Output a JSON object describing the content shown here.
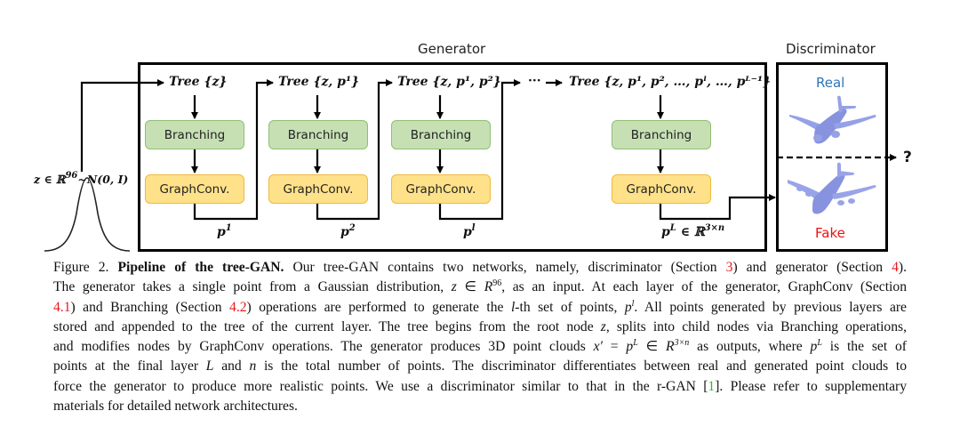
{
  "diagram": {
    "generator_title": "Generator",
    "discriminator_title": "Discriminator",
    "input_label": "z ∈ ℝ⁹⁶~N(0, I)",
    "input_label_parts": {
      "z": "z ∈ ℝ",
      "sup": "96",
      "dist": "~N(0, I)"
    },
    "stages": [
      {
        "tree_label": "Tree {z}",
        "branch_label": "Branching",
        "gconv_label": "GraphConv.",
        "output_label": "p",
        "output_sup": "1"
      },
      {
        "tree_label": "Tree {z, p¹}",
        "branch_label": "Branching",
        "gconv_label": "GraphConv.",
        "output_label": "p",
        "output_sup": "2"
      },
      {
        "tree_label": "Tree {z, p¹, p²}",
        "branch_label": "Branching",
        "gconv_label": "GraphConv.",
        "output_label": "p",
        "output_sup": "l"
      },
      {
        "tree_label": "Tree {z, p¹, p², …, pˡ, …, pᴸ⁻¹}",
        "branch_label": "Branching",
        "gconv_label": "GraphConv.",
        "output_label": "p",
        "output_sup": "L",
        "output_suffix": " ∈ ℝ",
        "output_suffix_sup": "3×n"
      }
    ],
    "ellipsis": "···",
    "real_label": "Real",
    "fake_label": "Fake",
    "decision_label": "?",
    "colors": {
      "branching_fill": "#c6e0b4",
      "graphconv_fill": "#ffe18a",
      "real_text": "#2e75b6",
      "fake_text": "#ee1111",
      "point_cloud": "#7f8fe0"
    }
  },
  "caption": {
    "figure_number": "Figure 2.",
    "bold_title": "Pipeline of the tree-GAN.",
    "lines": [
      {
        "segments": [
          {
            "t": "Figure 2. "
          },
          {
            "t": "Pipeline of the tree-GAN.",
            "b": true
          },
          {
            "t": " Our tree-GAN contains two networks, namely, discriminator (Section "
          },
          {
            "t": "3",
            "c": "red"
          },
          {
            "t": ") and generator (Section "
          },
          {
            "t": "4",
            "c": "red"
          },
          {
            "t": ")."
          }
        ]
      },
      {
        "segments": [
          {
            "t": "The generator takes a single point from a Gaussian distribution, "
          },
          {
            "t": "z",
            "i": true
          },
          {
            "t": " ∈ "
          },
          {
            "t": "R",
            "i": true
          },
          {
            "t": "96",
            "sup": true
          },
          {
            "t": ", as an input. At each layer of the generator, GraphConv (Section"
          }
        ]
      },
      {
        "segments": [
          {
            "t": "4.1",
            "c": "red"
          },
          {
            "t": ") and Branching (Section "
          },
          {
            "t": "4.2",
            "c": "red"
          },
          {
            "t": ") operations are performed to generate the "
          },
          {
            "t": "l",
            "i": true
          },
          {
            "t": "-th set of points, "
          },
          {
            "t": "p",
            "i": true
          },
          {
            "t": "l",
            "sup": true,
            "i": true
          },
          {
            "t": ". All points generated by previous layers are"
          }
        ]
      },
      {
        "segments": [
          {
            "t": "stored and appended to the tree of the current layer. The tree begins from the root node "
          },
          {
            "t": "z",
            "i": true
          },
          {
            "t": ", splits into child nodes via Branching operations,"
          }
        ]
      },
      {
        "segments": [
          {
            "t": "and modifies nodes by GraphConv operations. The generator produces 3D point clouds "
          },
          {
            "t": "x′",
            "i": true
          },
          {
            "t": " = "
          },
          {
            "t": "p",
            "i": true
          },
          {
            "t": "L",
            "sup": true,
            "i": true
          },
          {
            "t": " ∈ "
          },
          {
            "t": "R",
            "i": true
          },
          {
            "t": "3×n",
            "sup": true,
            "i": true
          },
          {
            "t": " as outputs, where "
          },
          {
            "t": "p",
            "i": true
          },
          {
            "t": "L",
            "sup": true,
            "i": true
          },
          {
            "t": " is the set of"
          }
        ]
      },
      {
        "segments": [
          {
            "t": "points at the final layer "
          },
          {
            "t": "L",
            "i": true
          },
          {
            "t": " and "
          },
          {
            "t": "n",
            "i": true
          },
          {
            "t": " is the total number of points. The discriminator differentiates between real and generated point clouds to"
          }
        ]
      },
      {
        "segments": [
          {
            "t": "force the generator to produce more realistic points. We use a discriminator similar to that in the r-GAN ["
          },
          {
            "t": "1",
            "c": "green"
          },
          {
            "t": "]. Please refer to supplementary"
          }
        ]
      },
      {
        "segments": [
          {
            "t": "materials for detailed network architectures."
          }
        ]
      }
    ]
  }
}
